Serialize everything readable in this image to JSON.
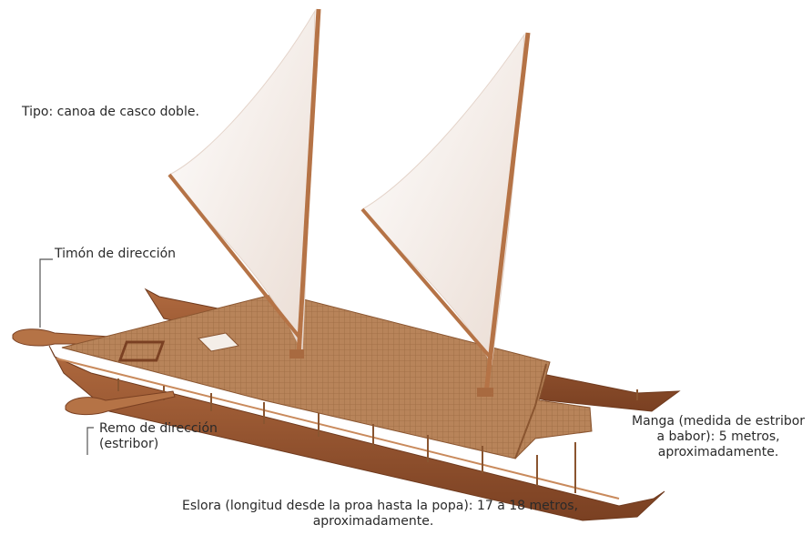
{
  "labels": {
    "tipo": "Tipo: canoa de casco doble.",
    "timon": "Timón de dirección",
    "remo_line1": "Remo de dirección",
    "remo_line2": "(estribor)",
    "manga_line1": "Manga (medida de estribor",
    "manga_line2": "a babor): 5 metros,",
    "manga_line3": "aproximadamente.",
    "eslora_line1": "Eslora (longitud desde la proa hasta la popa): 17 a 18 metros,",
    "eslora_line2": "aproximadamente."
  },
  "colors": {
    "hull": "#9b5a33",
    "hull_dark": "#6f3a1e",
    "deck": "#b27d52",
    "mast": "#b57346",
    "sail": "#f6eee9",
    "leader_line": "#555555"
  }
}
